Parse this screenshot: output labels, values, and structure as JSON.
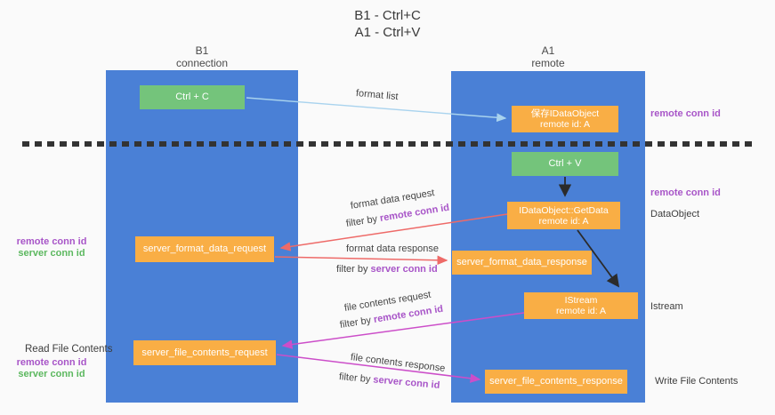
{
  "title": {
    "line1": "B1 - Ctrl+C",
    "line2": "A1 - Ctrl+V"
  },
  "lanes": {
    "left": {
      "header_line1": "B1",
      "header_line2": "connection"
    },
    "right": {
      "header_line1": "A1",
      "header_line2": "remote"
    }
  },
  "nodes": {
    "ctrl_c": "Ctrl + C",
    "save_idataobject_line1": "保存IDataObject",
    "save_idataobject_line2": "remote id: A",
    "ctrl_v": "Ctrl + V",
    "getdata_line1": "IDataObject::GetData",
    "getdata_line2": "remote id: A",
    "format_request": "server_format_data_request",
    "format_response": "server_format_data_response",
    "istream_line1": "IStream",
    "istream_line2": "remote id: A",
    "file_request": "server_file_contents_request",
    "file_response": "server_file_contents_response"
  },
  "annotations": {
    "remote_conn_id_top": "remote conn id",
    "remote_conn_id_mid": "remote conn id",
    "dataobject": "DataObject",
    "istream": "Istream",
    "write_file_contents": "Write File Contents",
    "read_file_contents": "Read File Contents",
    "left_remote_conn_id_1": "remote conn id",
    "left_server_conn_id_1": "server conn id",
    "left_remote_conn_id_2": "remote conn id",
    "left_server_conn_id_2": "server conn id"
  },
  "edge_labels": {
    "format_list": "format list",
    "format_data_request": "format data request",
    "filter_by_1_prefix": "filter by ",
    "filter_by_1_key": "remote conn id",
    "format_data_response": "format data response",
    "filter_by_2_prefix": "filter by ",
    "filter_by_2_key": "server conn id",
    "file_contents_request": "file contents request",
    "filter_by_3_prefix": "filter by ",
    "filter_by_3_key": "remote conn id",
    "file_contents_response": "file contents response",
    "filter_by_4_prefix": "filter by ",
    "filter_by_4_key": "server conn id"
  },
  "colors": {
    "lane_blue": "#4a80d6",
    "box_orange": "#f9ae45",
    "box_green": "#74c47b",
    "purple_text": "#a855c8",
    "green_text": "#5cb85f",
    "salmon_arrow": "#ee6a68",
    "magenta_arrow": "#cc4ec9",
    "light_blue_arrow": "#a9d3ee",
    "black_arrow": "#2b2b2b"
  }
}
